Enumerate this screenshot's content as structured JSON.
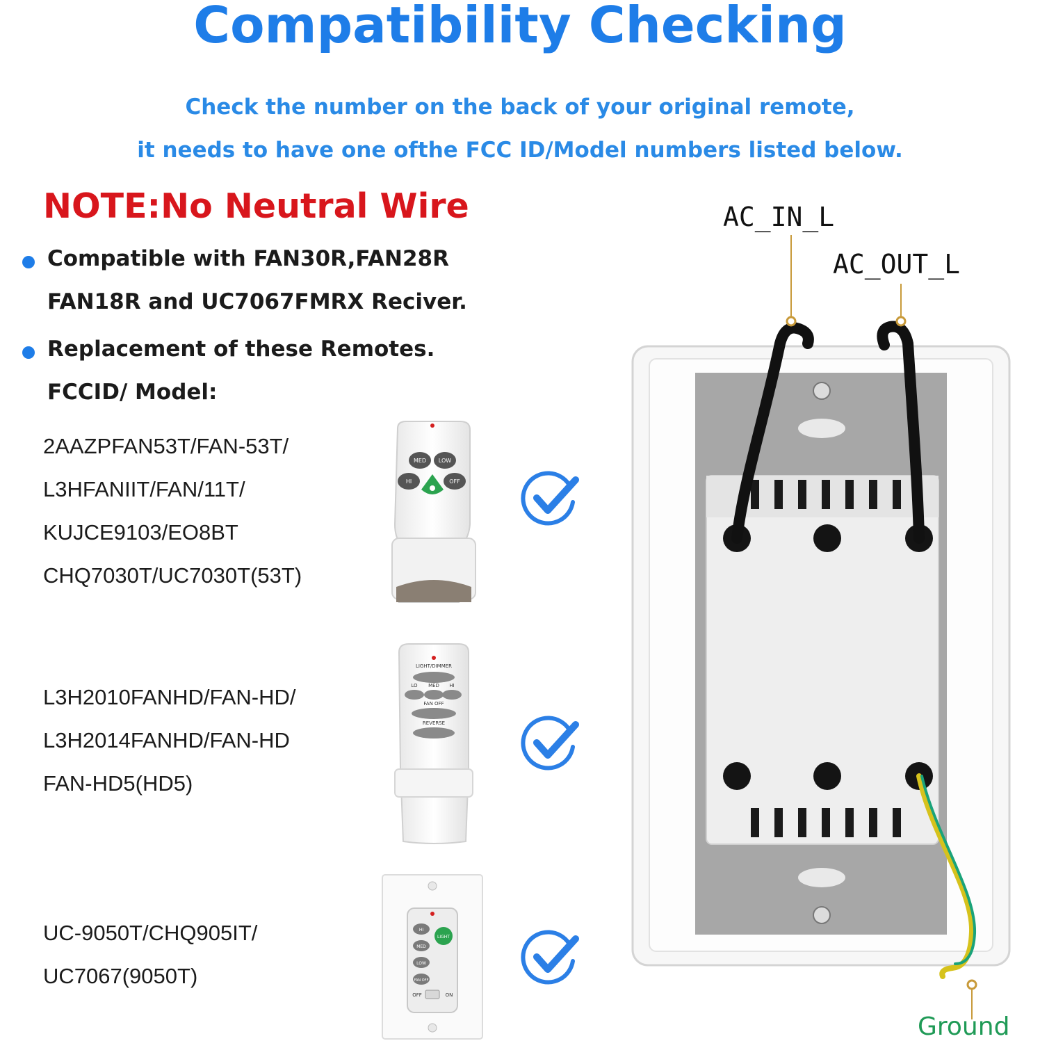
{
  "title": "Compatibility Checking",
  "subtitle": {
    "line1": "Check the number on the back of your original remote,",
    "line2": "it needs to have one ofthe FCC ID/Model numbers listed below."
  },
  "note": "NOTE:No Neutral Wire",
  "bullets": [
    {
      "line1": "Compatible with FAN30R,FAN28R",
      "line2": "FAN18R and UC7067FMRX Reciver."
    },
    {
      "line1": "Replacement of these Remotes.",
      "line2": "FCCID/ Model:"
    }
  ],
  "groups": [
    {
      "models": [
        "2AAZPFAN53T/FAN-53T/",
        "L3HFANIIT/FAN/11T/",
        "KUJCE9103/EO8BT",
        "CHQ7030T/UC7030T(53T)"
      ],
      "remote_buttons": [
        "MED",
        "LOW",
        "HI",
        "OFF"
      ]
    },
    {
      "models": [
        "L3H2010FANHD/FAN-HD/",
        "L3H2014FANHD/FAN-HD",
        "FAN-HD5(HD5)"
      ],
      "remote_buttons": [
        "LIGHT/DIMMER",
        "LO",
        "MED",
        "HI",
        "FAN OFF",
        "REVERSE"
      ]
    },
    {
      "models": [
        "UC-9050T/CHQ905IT/",
        "UC7067(9050T)"
      ],
      "remote_buttons": [
        "HI",
        "LIGHT",
        "MED",
        "LOW",
        "FAN OFF",
        "OFF",
        "ON"
      ]
    }
  ],
  "wires": {
    "in": "AC_IN_L",
    "out": "AC_OUT_L",
    "ground": "Ground"
  },
  "colors": {
    "title_blue": "#1e7de8",
    "note_red": "#d8161c",
    "ground_green": "#1f9a56",
    "check_blue": "#2b7fe6"
  }
}
